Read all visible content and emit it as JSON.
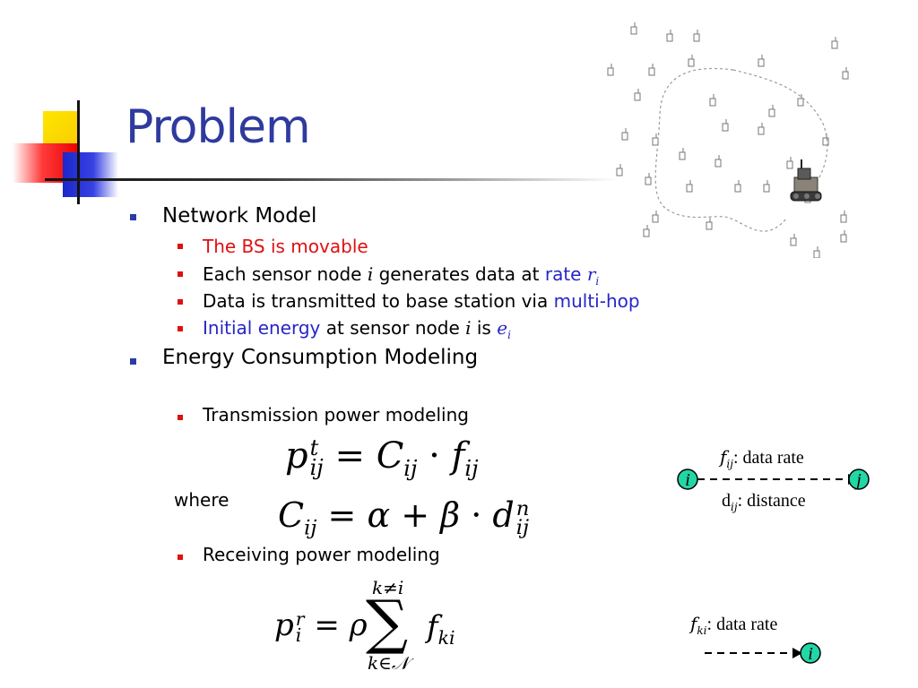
{
  "slide": {
    "title": "Problem",
    "bullets": [
      {
        "text": "Network Model",
        "sub": [
          {
            "text": "The BS is movable"
          },
          {
            "pre": "Each sensor node ",
            "var": "i",
            "mid": " generates data at ",
            "hl": "rate ",
            "var2": "r",
            "var2_sub": "i"
          },
          {
            "pre": "Data is transmitted to base station via ",
            "hl": "multi-hop"
          },
          {
            "hl": "Initial energy",
            "mid": " at sensor node ",
            "var": "i",
            "mid2": " is ",
            "var2": "e",
            "var2_sub": "i"
          }
        ]
      },
      {
        "text": "Energy Consumption Modeling",
        "sub": [
          {
            "text": "Transmission power modeling"
          },
          {
            "text": "Receiving power modeling"
          }
        ]
      }
    ],
    "where": "where",
    "equations": {
      "eq1": {
        "p": "p",
        "sup": "t",
        "sub": "ij",
        "eq": "=",
        "C": "C",
        "csub": "ij",
        "dot": "·",
        "f": "f",
        "fsub": "ij"
      },
      "eq2": {
        "C": "C",
        "csub": "ij",
        "eq": "=",
        "alpha": "α",
        "plus": "+",
        "beta": "β",
        "dot": "·",
        "d": "d",
        "dsup": "n",
        "dsub": "ij"
      },
      "eq3": {
        "p": "p",
        "sup": "r",
        "sub": "i",
        "eq": "=",
        "rho": "ρ",
        "sum": "∑",
        "sum_top": "k≠i",
        "sum_bottom": "k∈𝒩",
        "f": "f",
        "fsub": "ki"
      }
    },
    "diagram1": {
      "label_top_var": "f",
      "label_top_sub": "ij",
      "label_top_rest": ": data rate",
      "label_bottom_var": "d",
      "label_bottom_sub": "ij",
      "label_bottom_rest": ": distance",
      "node_left": "i",
      "node_right": "j"
    },
    "diagram2": {
      "label_var": "f",
      "label_sub": "ki",
      "label_rest": ": data rate",
      "node": "i"
    },
    "colors": {
      "title": "#2e3a9e",
      "red_text": "#e01010",
      "blue_text": "#2626c8",
      "node_fill": "#22d6a6"
    },
    "illustration": "sensor-network-with-mobile-robot-base-station"
  }
}
